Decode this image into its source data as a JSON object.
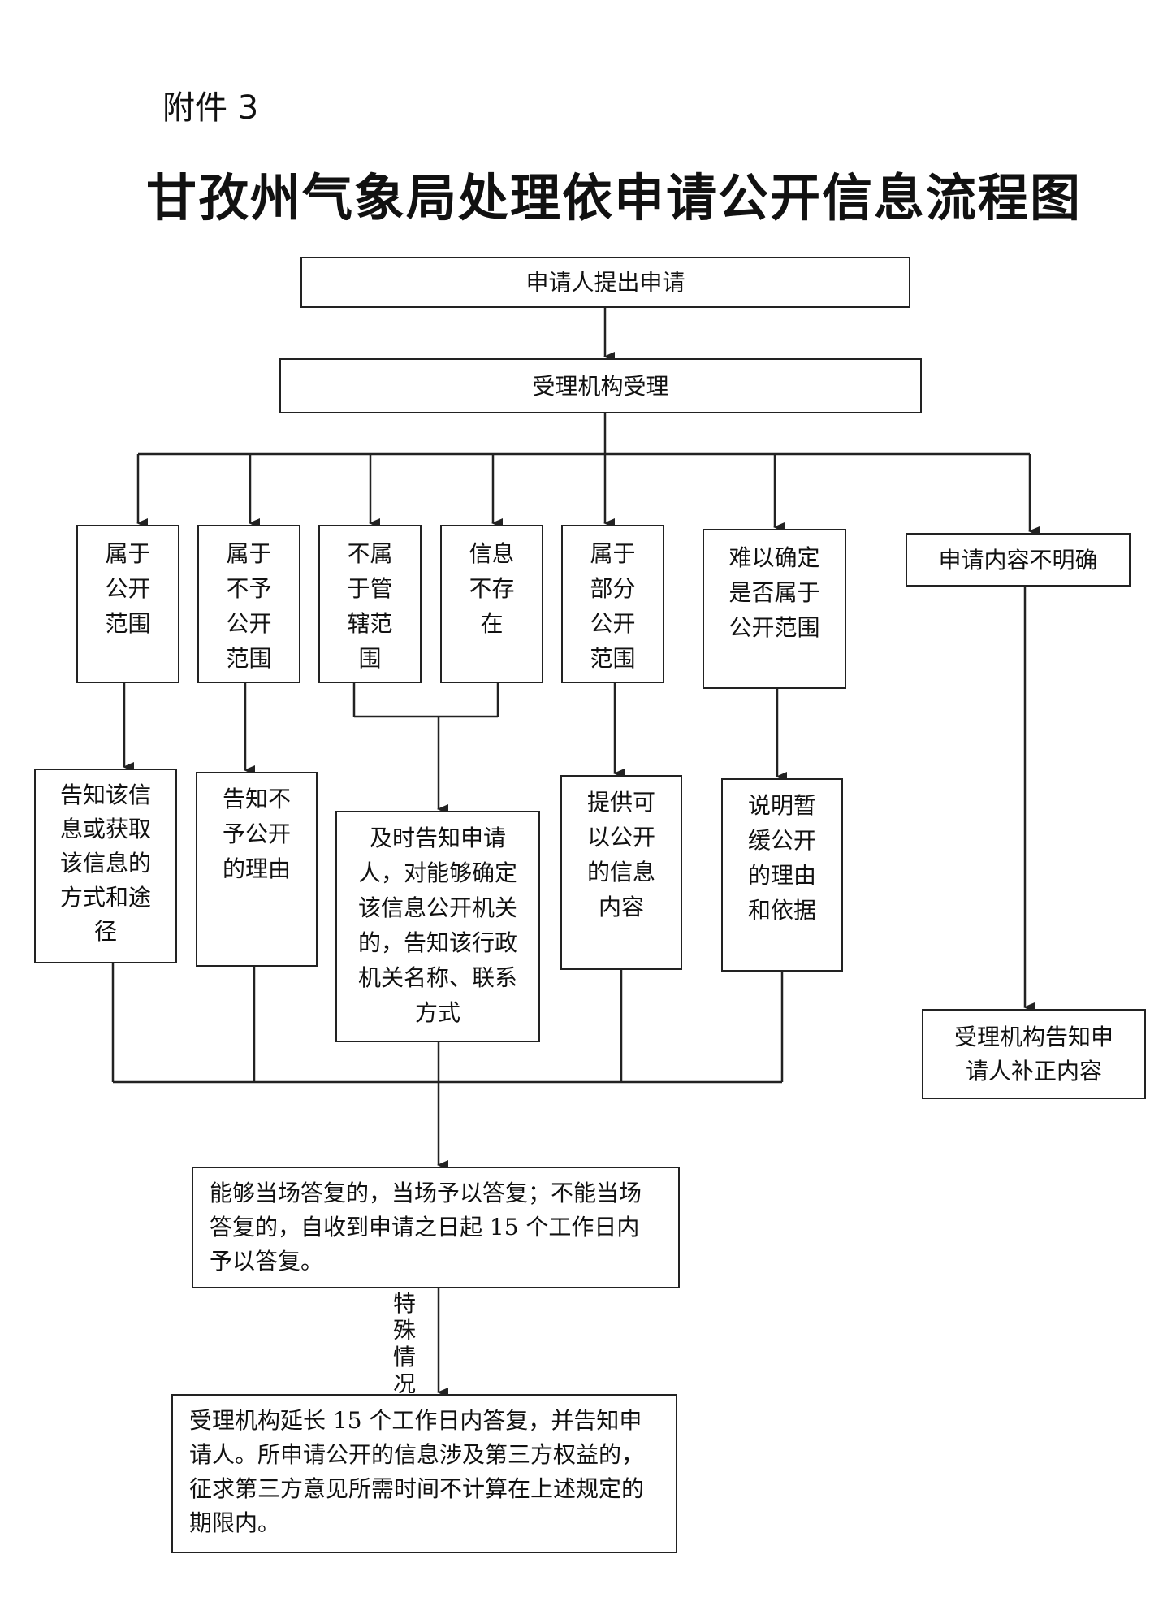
{
  "attachment_label": "附件 3",
  "title": "甘孜州气象局处理依申请公开信息流程图",
  "nodes": {
    "apply": "申请人提出申请",
    "accept": "受理机构受理",
    "b1": "属于\n公开\n范围",
    "b2": "属于\n不予\n公开\n范围",
    "b3": "不属\n于管\n辖范\n围",
    "b4": "信息\n不存\n在",
    "b5": "属于\n部分\n公开\n范围",
    "b6": "难以确定\n是否属于\n公开范围",
    "b7": "申请内容不明确",
    "r1": "告知该信\n息或获取\n该信息的\n方式和途\n径",
    "r2": "告知不\n予公开\n的理由",
    "r3": "及时告知申请\n人，对能够确定\n该信息公开机关\n的，告知该行政\n机关名称、联系\n方式",
    "r5": "提供可\n以公开\n的信息\n内容",
    "r6": "说明暂\n缓公开\n的理由\n和依据",
    "r7": "受理机构告知申\n请人补正内容",
    "reply": "能够当场答复的，当场予以答复；不能当场答复的，自收到申请之日起 15 个工作日内予以答复。",
    "extend": "受理机构延长 15 个工作日内答复，并告知申请人。所申请公开的信息涉及第三方权益的，征求第三方意见所需时间不计算在上述规定的期限内。"
  },
  "special_label": "特\n殊\n情\n况"
}
